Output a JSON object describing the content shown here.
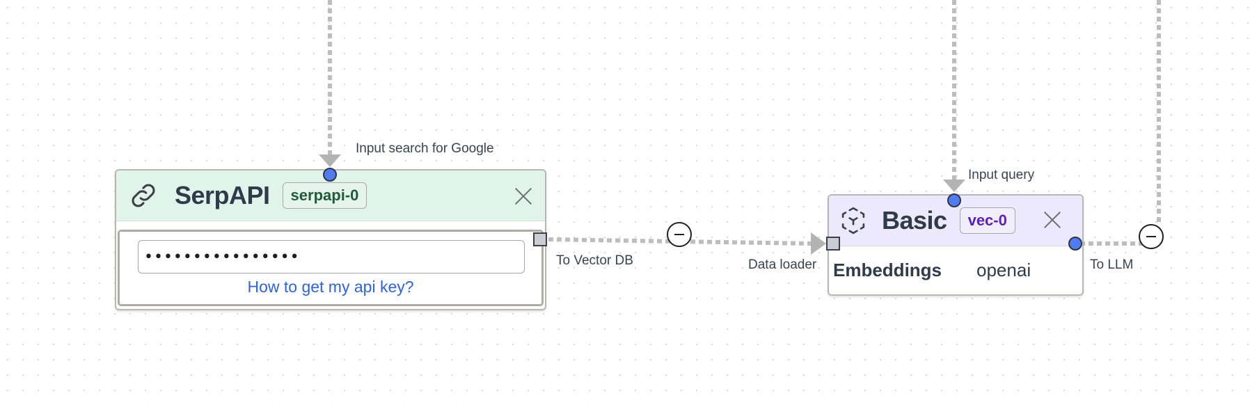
{
  "serpapi_node": {
    "title": "SerpAPI",
    "badge": "serpapi-0",
    "icon": "link-icon",
    "api_key_value": "••••••••••••••••",
    "help_link": "How to get my api key?",
    "input_port_label": "Input search for Google",
    "output_port_label": "To Vector DB"
  },
  "vector_node": {
    "title": "Basic",
    "badge": "vec-0",
    "icon": "cube-scan-icon",
    "input_port_label": "Input query",
    "data_loader_label": "Data loader",
    "output_port_label": "To LLM",
    "field_label": "Embeddings",
    "field_value": "openai"
  },
  "colors": {
    "serp_header": "#e0f4ea",
    "vec_header": "#ebe9fb",
    "port_blue": "#4f7df0",
    "edge_gray": "#bdbdbd",
    "link_blue": "#2e63d9"
  }
}
